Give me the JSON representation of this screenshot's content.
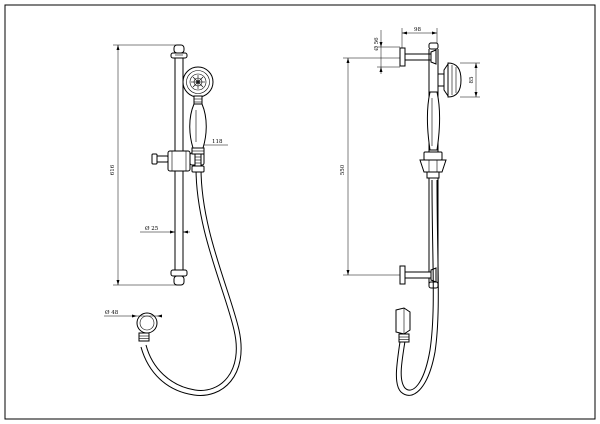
{
  "front_view": {
    "dim_overall_height": "616",
    "dim_offset": "118",
    "dim_rail_diameter": "Ø 25",
    "dim_wall_outlet_diameter": "Ø 48"
  },
  "side_view": {
    "dim_wall_bracket_diameter": "Ø 56",
    "dim_projection": "98",
    "dim_head_diameter": "85",
    "dim_bracket_centres": "550"
  },
  "colors": {
    "line": "#000000",
    "background": "#ffffff"
  }
}
